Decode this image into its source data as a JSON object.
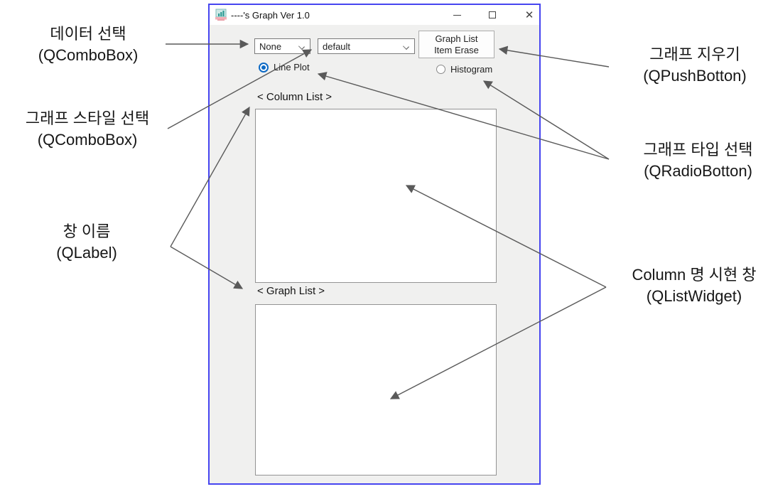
{
  "colors": {
    "window_border": "#4645f0",
    "client_bg": "#f0f0ef",
    "radio_accent": "#0c69c4",
    "arrow": "#5a5a5a"
  },
  "window": {
    "title": "----'s Graph Ver 1.0",
    "titlebar": {
      "app_icon": "bar-chart-laptop-icon",
      "minimize_icon": "minimize-icon",
      "maximize_icon": "maximize-icon",
      "close_glyph": "✕"
    },
    "data_combo": {
      "value": "None"
    },
    "style_combo": {
      "value": "default"
    },
    "erase_button": {
      "line1": "Graph List",
      "line2": "Item Erase"
    },
    "radios": [
      {
        "label": "Line Plot",
        "checked": true
      },
      {
        "label": "Histogram",
        "checked": false
      }
    ],
    "column_list": {
      "label": "< Column List >",
      "items": []
    },
    "graph_list": {
      "label": "< Graph List >",
      "items": []
    }
  },
  "annotations": {
    "data_select": {
      "line1": "데이터 선택",
      "line2": "(QComboBox)"
    },
    "style_select": {
      "line1": "그래프 스타일 선택",
      "line2": "(QComboBox)"
    },
    "window_name": {
      "line1": "창 이름",
      "line2": "(QLabel)"
    },
    "erase": {
      "line1": "그래프 지우기",
      "line2": "(QPushBotton)"
    },
    "type_select": {
      "line1": "그래프 타입 선택",
      "line2": "(QRadioBotton)"
    },
    "list_widget": {
      "line1": "Column 명 시현 창",
      "line2": "(QListWidget)"
    }
  }
}
